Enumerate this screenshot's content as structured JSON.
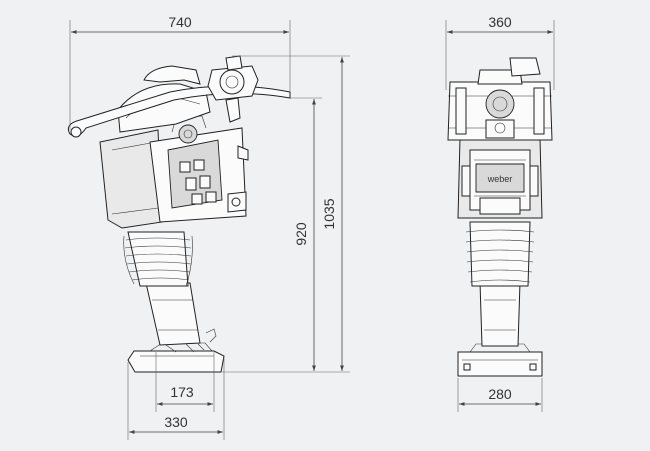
{
  "diagram": {
    "side_view": {
      "width_label": "740",
      "foot_inner_label": "173",
      "foot_outer_label": "330",
      "height_inner_label": "920",
      "height_outer_label": "1035"
    },
    "front_view": {
      "width_label": "360",
      "base_label": "280",
      "brand_label": "weber"
    },
    "colors": {
      "background": "#eff1f3",
      "line": "#222222",
      "dimension_line": "#444444"
    }
  }
}
